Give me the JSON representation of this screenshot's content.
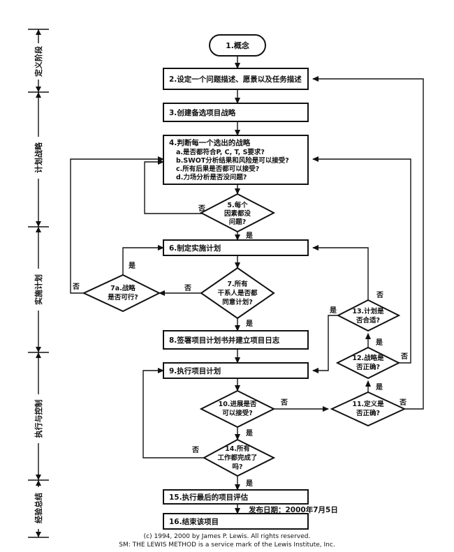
{
  "phases": [
    {
      "label": "定义阶段"
    },
    {
      "label": "计划战略"
    },
    {
      "label": "实施计划"
    },
    {
      "label": "执行与控制"
    },
    {
      "label": "经验总结"
    }
  ],
  "start": {
    "label": "1.概念"
  },
  "steps": {
    "s2": "2.设定一个问题描述、愿景以及任务描述",
    "s3": "3.创建备选项目战略",
    "s4_title": "4.判断每一个选出的战略",
    "s4_items": [
      "a.是否都符合P, C, T, S要求?",
      "b.SWOT分析结果和风险是可以接受?",
      "c.所有后果是否都可以接受?",
      "d.力场分析是否没问题?"
    ],
    "s6": "6.制定实施计划",
    "s8": "8.签署项目计划书并建立项目日志",
    "s9": "9.执行项目计划",
    "s15": "15.执行最后的项目评估",
    "s16": "16.结束该项目"
  },
  "decisions": {
    "d5": [
      "5.每个",
      "因素都没",
      "问题?"
    ],
    "d7": [
      "7.所有",
      "干系人是否都",
      "同意计划?"
    ],
    "d7a": [
      "7a.战略",
      "是否可行?"
    ],
    "d10": [
      "10.进展是否",
      "可以接受?"
    ],
    "d11": [
      "11.定义是",
      "否正确?"
    ],
    "d12": [
      "12.战略是",
      "否正确?"
    ],
    "d13": [
      "13.计划是",
      "否合适?"
    ],
    "d14": [
      "14.所有",
      "工作都完成了",
      "吗?"
    ]
  },
  "labels": {
    "yes": "是",
    "no": "否"
  },
  "release": "发布日期：2000年7月5日",
  "footer": {
    "line1": "(c) 1994, 2000 by James P. Lewis. All rights reserved.",
    "line2": "SM: THE LEWIS METHOD is a service mark of the Lewis Institute, Inc."
  }
}
